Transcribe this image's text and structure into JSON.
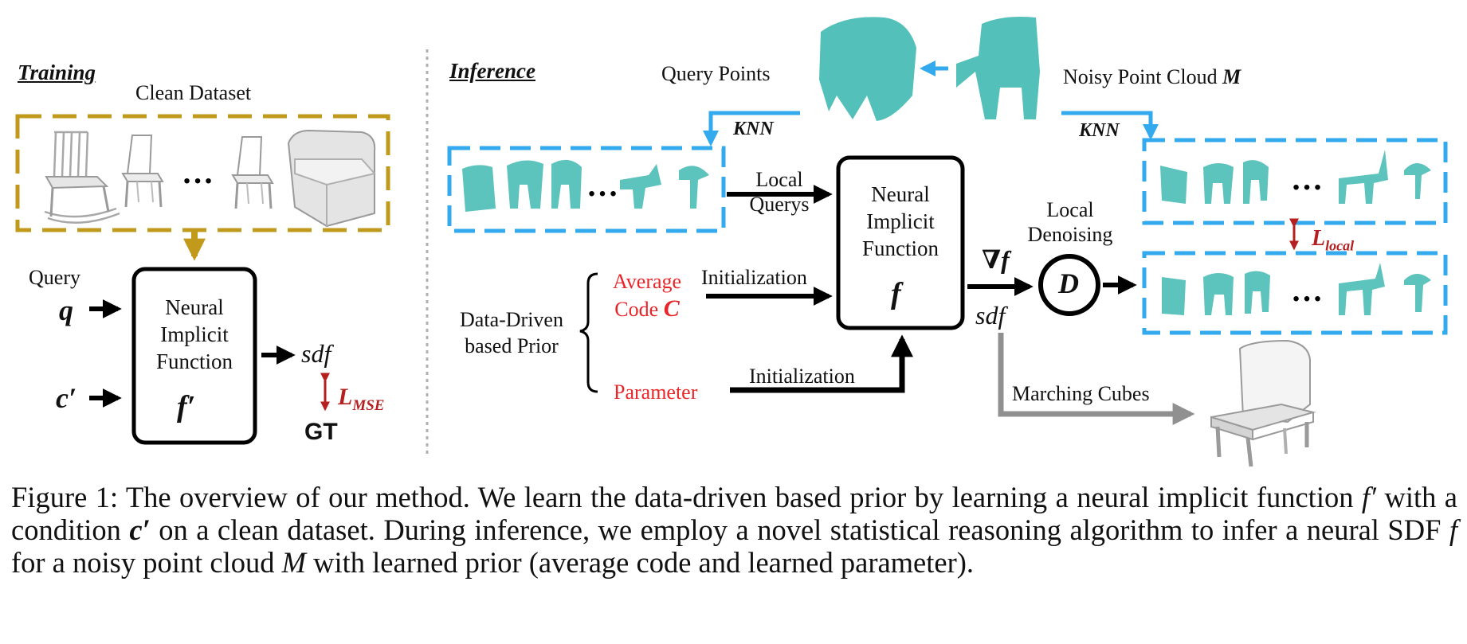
{
  "training": {
    "header": "Training",
    "clean_dataset_label": "Clean Dataset",
    "dots": "…",
    "query_label": "Query",
    "q_symbol": "q",
    "c_prime_symbol": "c′",
    "nif_lines": [
      "Neural",
      "Implicit",
      "Function"
    ],
    "f_prime_symbol": "f′",
    "sdf_label": "sdf",
    "loss_label": "L",
    "loss_sub": "MSE",
    "gt_label": "GT"
  },
  "inference": {
    "header": "Inference",
    "query_points_label": "Query Points",
    "noisy_cloud_label": "Noisy Point Cloud ",
    "noisy_cloud_symbol": "M",
    "knn_left": "KNN",
    "knn_right": "KNN",
    "dots": "…",
    "local_querys_lines": [
      "Local",
      "Querys"
    ],
    "nif_lines": [
      "Neural",
      "Implicit",
      "Function"
    ],
    "f_symbol": "f",
    "grad_f": "∇f",
    "sdf_label": "sdf",
    "local_denoising_lines": [
      "Local",
      "Denoising"
    ],
    "d_symbol": "D",
    "loss_label": "L",
    "loss_sub": "local",
    "prior_lines": [
      "Data-Driven",
      "based Prior"
    ],
    "average_code_lines": [
      "Average",
      "Code "
    ],
    "c_symbol": "C",
    "parameter_label": "Parameter",
    "init_label_1": "Initialization",
    "init_label_2": "Initialization",
    "marching_cubes_label": "Marching Cubes"
  },
  "caption": {
    "p1": "Figure 1: The overview of our method. We learn the data-driven based prior by learning a neural implicit function ",
    "m1": "f′",
    "p2": " with a condition ",
    "m2": "c′",
    "p3": " on a clean dataset. During inference, we employ a novel statistical reasoning algorithm to infer a neural SDF ",
    "m3": "f",
    "p4": " for a noisy point cloud ",
    "m4": "M",
    "p5": " with learned prior (average code and learned parameter)."
  },
  "colors": {
    "gold": "#c19a1c",
    "blue": "#33aaee",
    "cloud": "#35b5ad",
    "red": "#e8262a",
    "dark_red": "#b51f1f",
    "gray": "#909090",
    "divider": "#b0b0b0"
  }
}
